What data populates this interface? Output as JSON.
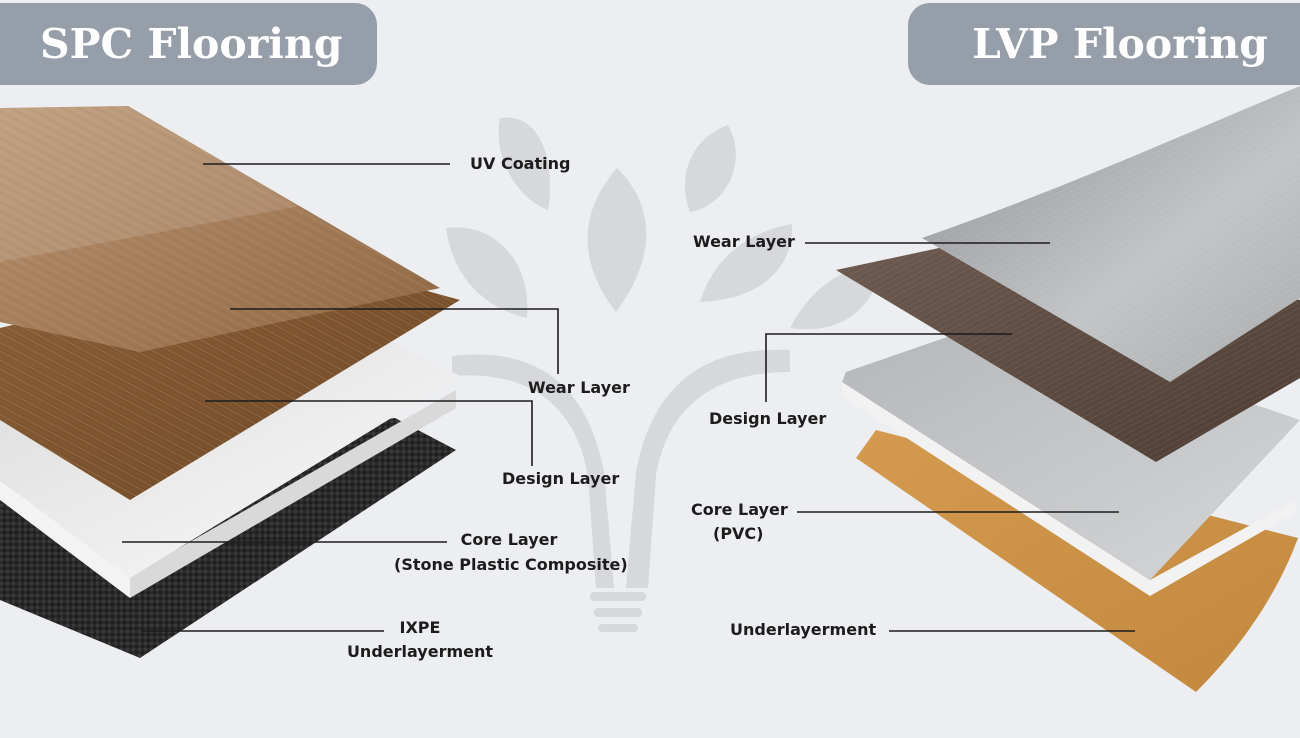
{
  "titles": {
    "left": "SPC Flooring",
    "right": "LVP Flooring"
  },
  "spc": {
    "uv_coating": "UV Coating",
    "wear_layer": "Wear Layer",
    "design_layer": "Design Layer",
    "core_layer": "Core Layer",
    "core_layer_detail": "(Stone Plastic Composite)",
    "ixpe": "IXPE",
    "ixpe_detail": "Underlayerment"
  },
  "lvp": {
    "wear_layer": "Wear Layer",
    "design_layer": "Design Layer",
    "core_layer": "Core Layer",
    "core_layer_detail": "(PVC)",
    "underlayment": "Underlayerment"
  },
  "colors": {
    "background": "#eceef1",
    "title_pill": "#969fa9",
    "watermark": "#d6d8dc",
    "spc_wood": "#a9825f",
    "spc_core": "#ececec",
    "spc_underlay": "#2b2b2b",
    "lvp_wear": "#a7a9ab",
    "lvp_design": "#5e4a40",
    "lvp_core": "#c4c6c9",
    "lvp_underlay": "#c88f45"
  }
}
